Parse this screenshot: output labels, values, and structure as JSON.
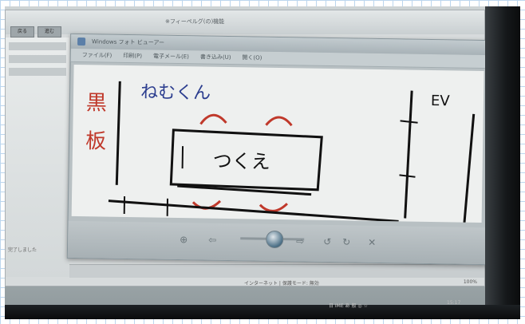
{
  "background_window": {
    "title": "※フィーペルグ(の)機能",
    "buttons": [
      "戻る",
      "進む"
    ],
    "sidebar_items": [
      "",
      "",
      ""
    ],
    "left_note": "完了しました",
    "status_text": "インターネット | 保護モード: 無効",
    "zoom": "100%"
  },
  "viewer": {
    "title": "Windows フォト ビューアー",
    "menu": [
      "ファイル(F)",
      "印刷(P)",
      "電子メール(E)",
      "書き込み(U)",
      "開く(O)"
    ]
  },
  "drawing": {
    "board_label": [
      "黒",
      "板"
    ],
    "kana_top": "ねむくん",
    "desk_label": "つくえ",
    "right_label": "EV"
  },
  "toolbar": {
    "prev": "⇦",
    "next": "⇨",
    "rotate_ccw": "↺",
    "rotate_cw": "↻",
    "delete": "✕"
  },
  "taskbar": {
    "tray": "日 IME あ 般 ◎ ☆",
    "clock": "15:17"
  }
}
